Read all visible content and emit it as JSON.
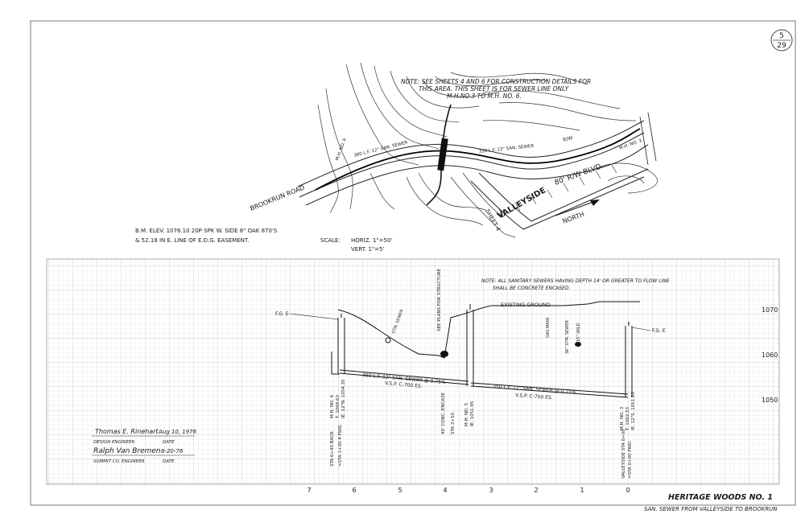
{
  "sheet": {
    "number": "5",
    "total": "29"
  },
  "title_block": {
    "project": "HERITAGE WOODS NO. 1",
    "subtitle": "SAN. SEWER FROM VALLEYSIDE TO BROOKRUN"
  },
  "plan": {
    "note_lines": [
      "NOTE: SEE SHEETS 4 AND 6 FOR CONSTRUCTION DETAILS FOR",
      "THIS AREA. THIS SHEET IS FOR SEWER LINE ONLY",
      "M.H.NO.3 TO M.H. NO. 6."
    ],
    "benchmark_lines": [
      "B.M. ELEV. 1076.10 20P SPK W. SIDE 8\" OAK 870'S",
      "& 52.18 IN E. LINE OF E.D.G. EASEMENT."
    ],
    "scale_label": "SCALE:",
    "scale_horiz": "HORIZ. 1\"=50'",
    "scale_vert": "VERT. 1\"=5'",
    "road_brookrun": "BROOKRUN ROAD",
    "road_valleyside": "VALLEYSIDE",
    "blvd": "80' R/W BLVD.",
    "north": "NORTH",
    "sheet_ref": "SHEET 4",
    "sewer_label_1": "360 L.F. 12\" SAN. SEWER",
    "sewer_label_2": "350 L.F. 12\" SAN. SEWER",
    "mh_plan_3": "M.H. NO. 3",
    "mh_plan_6": "M.H. NO. 6",
    "rw": "R/W"
  },
  "profile": {
    "note_lines": [
      "NOTE: ALL SANITARY SEWERS HAVING DEPTH 14' OR GREATER TO FLOW LINE",
      "SHALL BE CONCRETE ENCASED."
    ],
    "existing_ground": "EXISTING GROUND",
    "fg_left": "F.G. E",
    "fg_right": "F.G. E",
    "elevations": [
      "1070",
      "1060",
      "1050"
    ],
    "stations": [
      "7",
      "6",
      "5",
      "4",
      "3",
      "2",
      "1",
      "0"
    ],
    "pipe_label_1": "360 L.F. 12\" SAN. SEWER @ 0.75%",
    "pipe_spec_1": "V.S.P.  C-700 ES.",
    "pipe_label_2": "350 L.F. 12\" SAN. SEWER @ 0.75%",
    "pipe_spec_2": "V.S.P.  C-700 ES.",
    "mh6_lines": [
      "M.H. NO. 6",
      "T. 1068.63",
      "IE. 12\"N. 1054.35"
    ],
    "mh5_lines": [
      "M.H. NO. 5",
      "IE. 1051.95"
    ],
    "mh3_lines": [
      "M.H. NO. 3",
      "T. 1062.53",
      "IE. 12\"S. 1051.20"
    ],
    "sta_left": "STA 6+40 BACK",
    "sta_left_2": "=STA 1+00.4 FWD.",
    "sta_mid": "STA 3+50",
    "sta_right": "VALLEYSIDE STA 0+00",
    "sta_right_2": "=STA 0+00 FWD.",
    "storm_sewer": "STM. SEWER",
    "concrete_encase": "40' CONC. ENCASE",
    "see_plans": "SEE PLANS FOR STRUCTURE",
    "gas_main": "GAS MAIN",
    "storm_right": "36\" STM. SEWER",
    "wild": "15\" WILD"
  },
  "signatures": {
    "designer_sig": "Thomas E. Rinehart",
    "designer_date": "Aug 10, 1976",
    "designer_title": "DESIGN ENGINEER",
    "designer_date_label": "DATE",
    "county_sig": "Ralph Van Bremen",
    "county_date": "8-20-76",
    "county_title": "SUMMIT CO. ENGINEER",
    "county_date_label": "DATE"
  }
}
